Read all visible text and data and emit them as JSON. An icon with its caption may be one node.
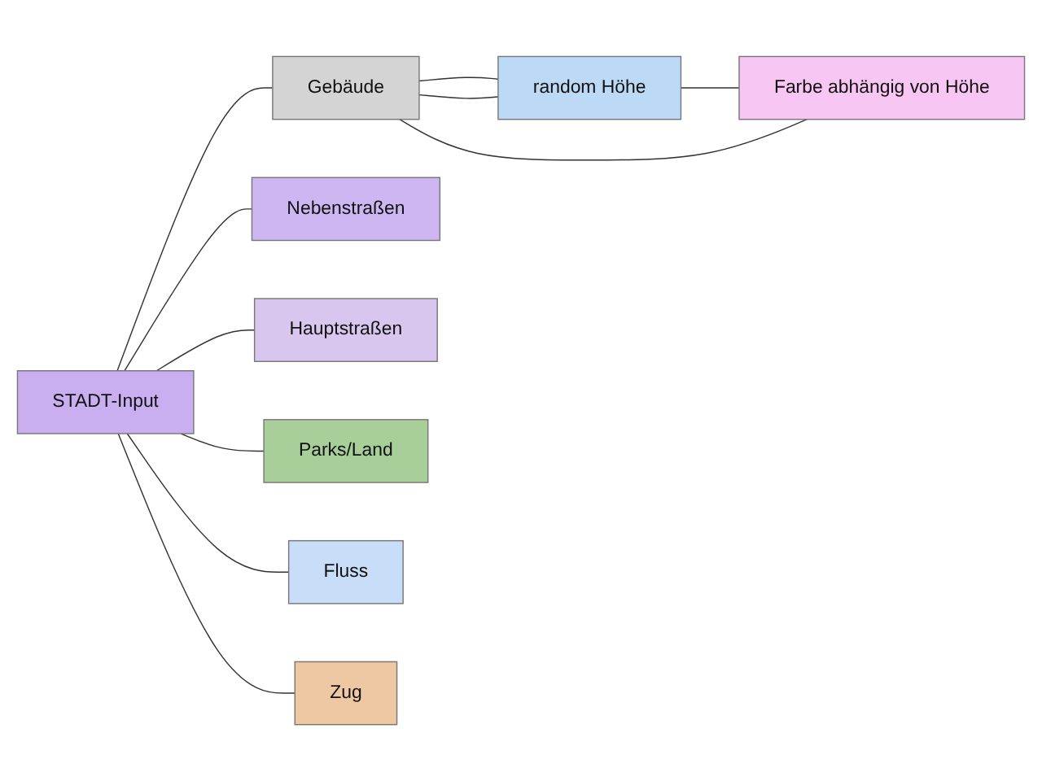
{
  "diagram": {
    "nodes": [
      {
        "text": [
          "STADT-Input"
        ]
      },
      {
        "text": [
          "Gebäude"
        ]
      },
      {
        "text": [
          "random Höhe"
        ]
      },
      {
        "text": [
          "Farbe abhängig von Höhe"
        ]
      },
      {
        "text": [
          "Nebenstraßen"
        ]
      },
      {
        "text": [
          "Hauptstraßen"
        ]
      },
      {
        "text": [
          "Parks/Land"
        ]
      },
      {
        "text": [
          "Fluss"
        ]
      },
      {
        "text": [
          "Zug"
        ]
      }
    ],
    "edges": [
      {
        "from": 0,
        "to": 1,
        "arrow": "none"
      },
      {
        "from": 0,
        "to": 4,
        "arrow": "none"
      },
      {
        "from": 0,
        "to": 5,
        "arrow": "none"
      },
      {
        "from": 0,
        "to": 6,
        "arrow": "none"
      },
      {
        "from": 0,
        "to": 7,
        "arrow": "none"
      },
      {
        "from": 0,
        "to": 8,
        "arrow": "none"
      },
      {
        "from": 1,
        "to": 2,
        "arrow": "none"
      },
      {
        "from": 2,
        "to": 1,
        "arrow": "none"
      },
      {
        "from": 2,
        "to": 3,
        "arrow": "none"
      },
      {
        "from": 1,
        "to": 3,
        "arrow": "none"
      }
    ]
  }
}
